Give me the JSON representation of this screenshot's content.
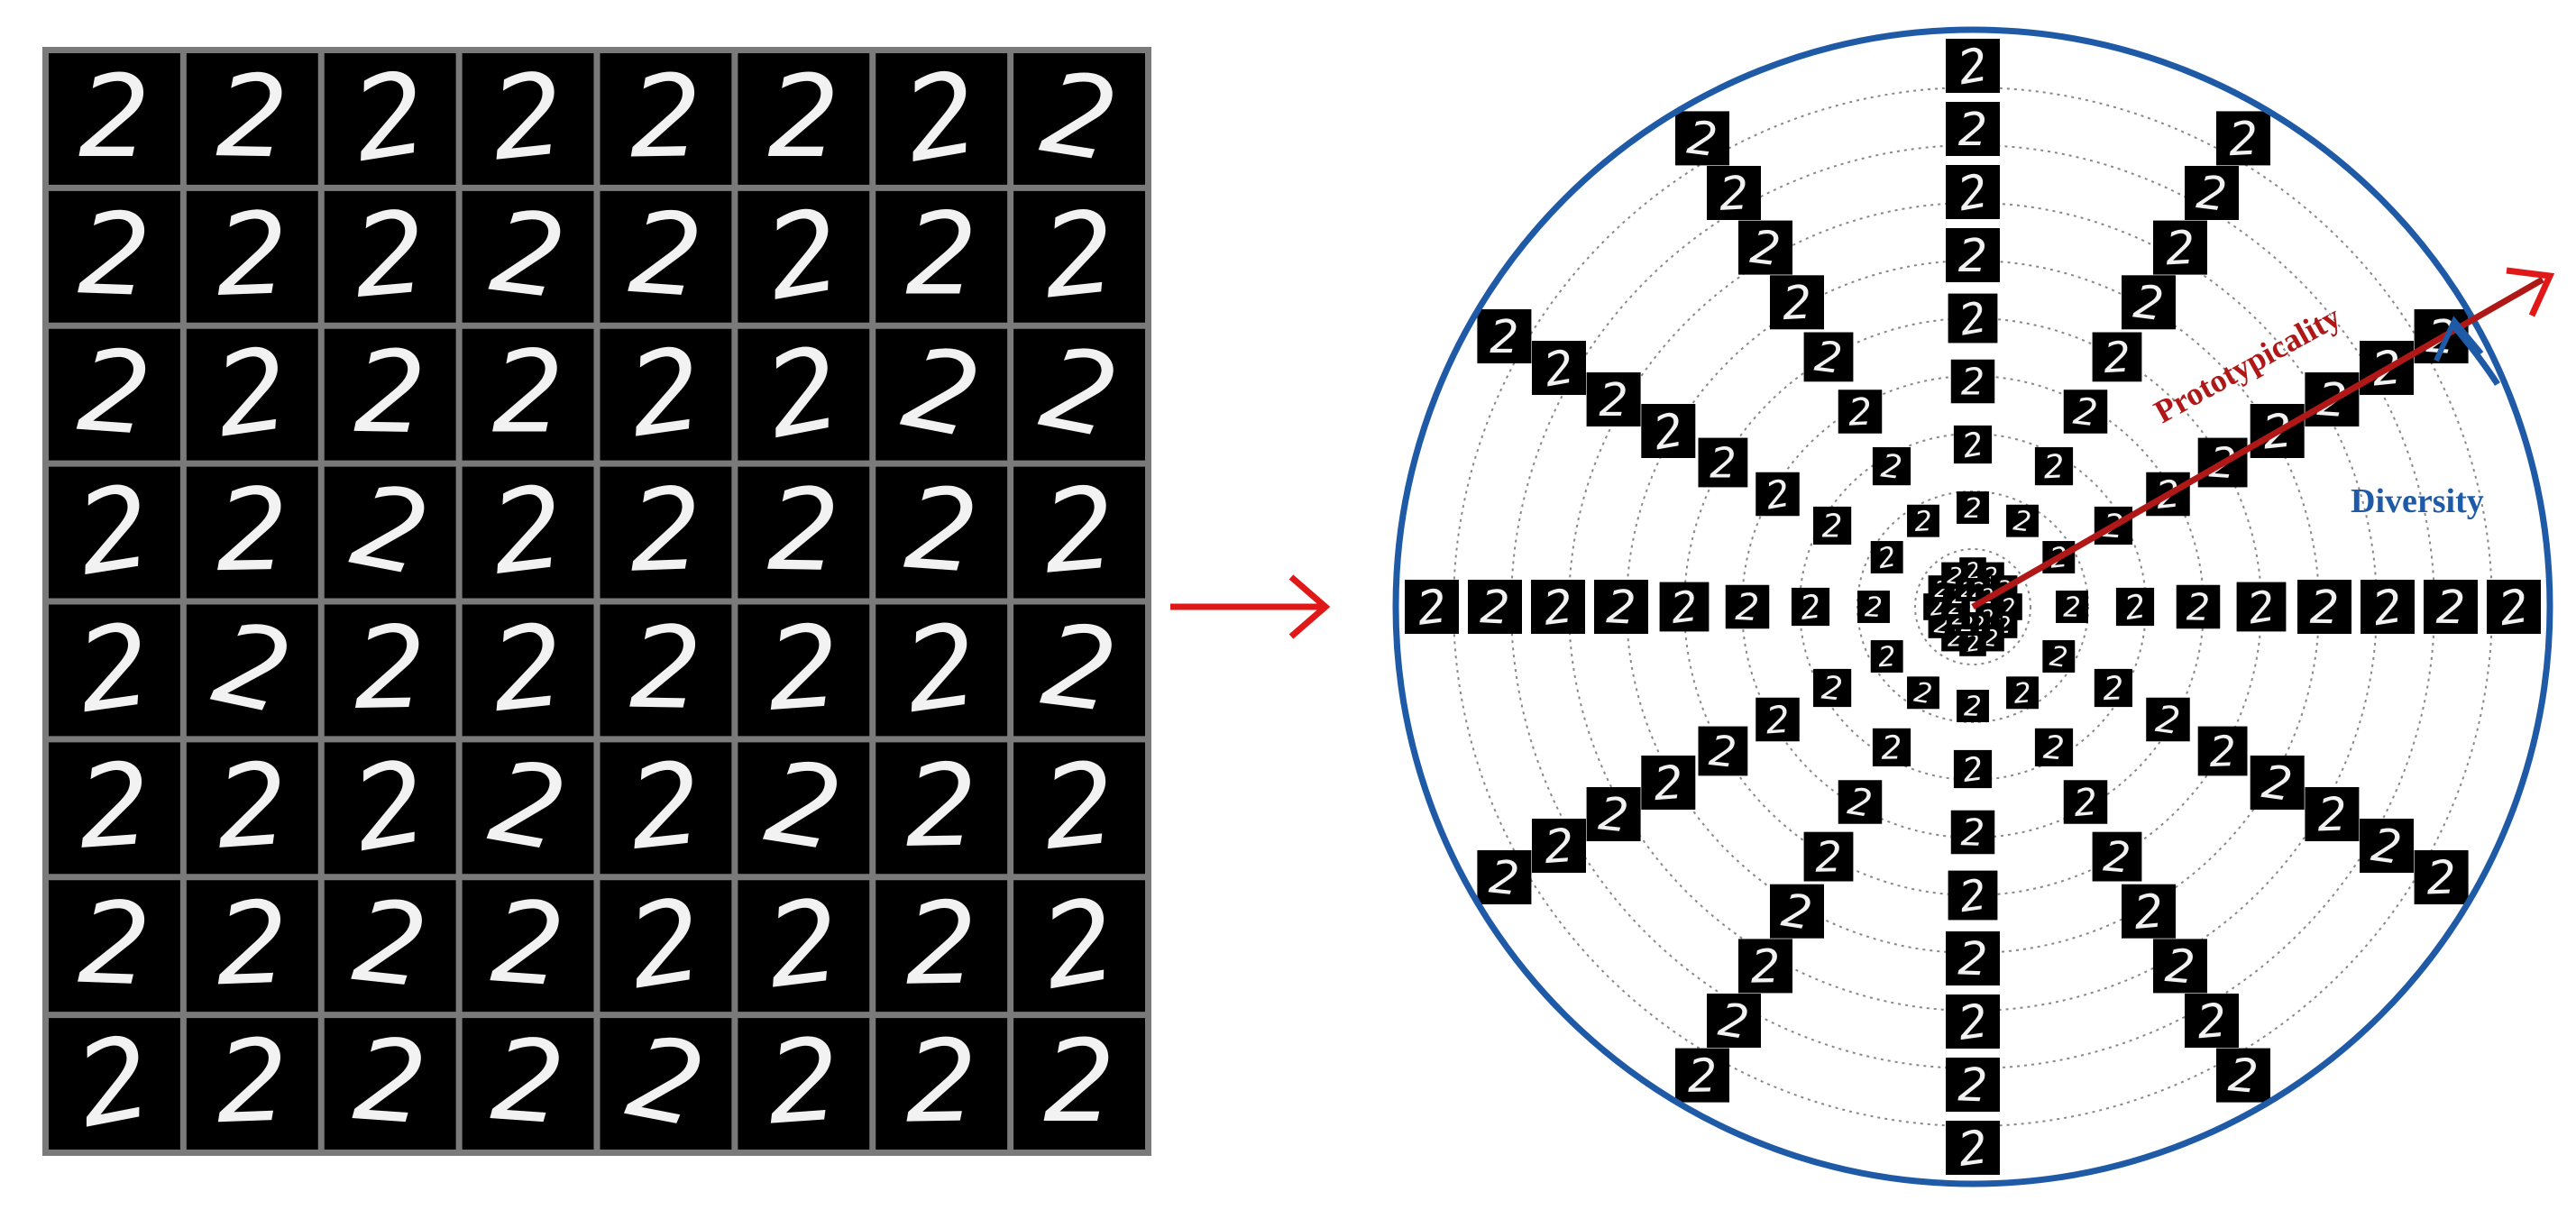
{
  "digit_glyph": "2",
  "labels": {
    "prototypicality": "Prototypicality",
    "diversity": "Diversity"
  },
  "colors": {
    "background": "#ffffff",
    "grid_frame": "#7a7a7a",
    "cell": "#000000",
    "digit": "#f2f2f2",
    "arrow_red": "#e01818",
    "prototypicality_arrow": "#b01818",
    "outer_circle": "#1f5aa6",
    "dotted_rings": "#888888",
    "diversity_text": "#1f5aa6"
  },
  "grid": {
    "rows": 8,
    "cols": 8
  },
  "radial": {
    "spokes": 12,
    "dotted_rings": 9
  }
}
